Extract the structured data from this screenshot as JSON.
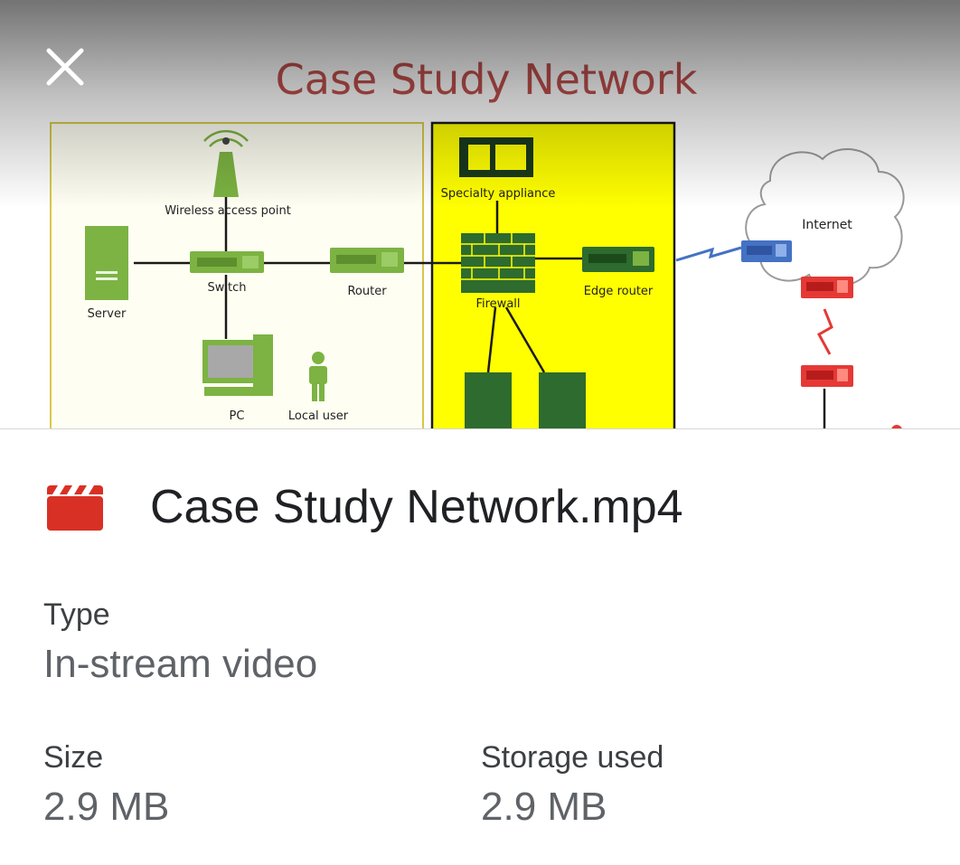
{
  "preview": {
    "title": "Case Study Network",
    "labels": {
      "wireless_access_point": "Wireless access point",
      "server": "Server",
      "switch": "Switch",
      "router": "Router",
      "pc": "PC",
      "local_user": "Local user",
      "specialty_appliance": "Specialty appliance",
      "firewall": "Firewall",
      "edge_router": "Edge router",
      "internet": "Internet"
    },
    "colors": {
      "title": "#c0504d",
      "device_green": "#7cb342",
      "dmz_yellow": "#ffff00",
      "internet_blue": "#4472c4",
      "remote_red": "#e53935"
    }
  },
  "close_icon": "close-icon",
  "file": {
    "icon": "video-clapperboard-icon",
    "icon_color": "#d93025",
    "name": "Case Study Network.mp4"
  },
  "details": {
    "type_label": "Type",
    "type_value": "In-stream video",
    "size_label": "Size",
    "size_value": "2.9 MB",
    "storage_label": "Storage used",
    "storage_value": "2.9 MB"
  }
}
